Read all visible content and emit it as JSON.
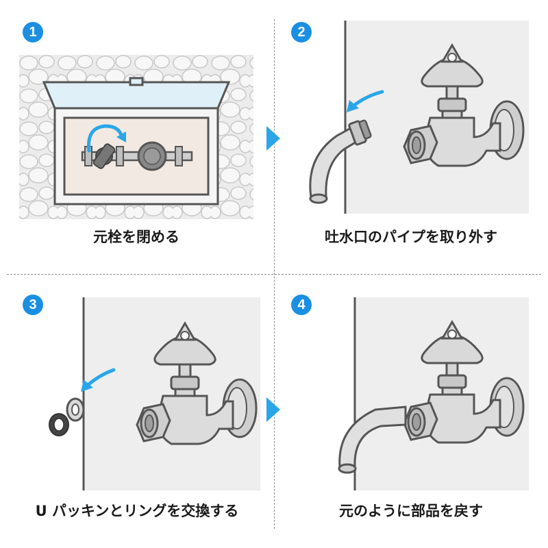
{
  "steps": [
    {
      "number": "1",
      "caption": "元栓を閉める"
    },
    {
      "number": "2",
      "caption": "吐水口のパイプを取り外す"
    },
    {
      "number": "3",
      "caption": "U パッキンとリングを交換する"
    },
    {
      "number": "4",
      "caption": "元のように部品を戻す"
    }
  ],
  "colors": {
    "badge": "#1a8fe3",
    "arrow": "#2aa6e8",
    "stroke": "#555555",
    "metal": "#d6d6d6",
    "wall": "#eeeeee",
    "box_lid": "#dff0f8",
    "box_inner": "#f3e9e3"
  }
}
